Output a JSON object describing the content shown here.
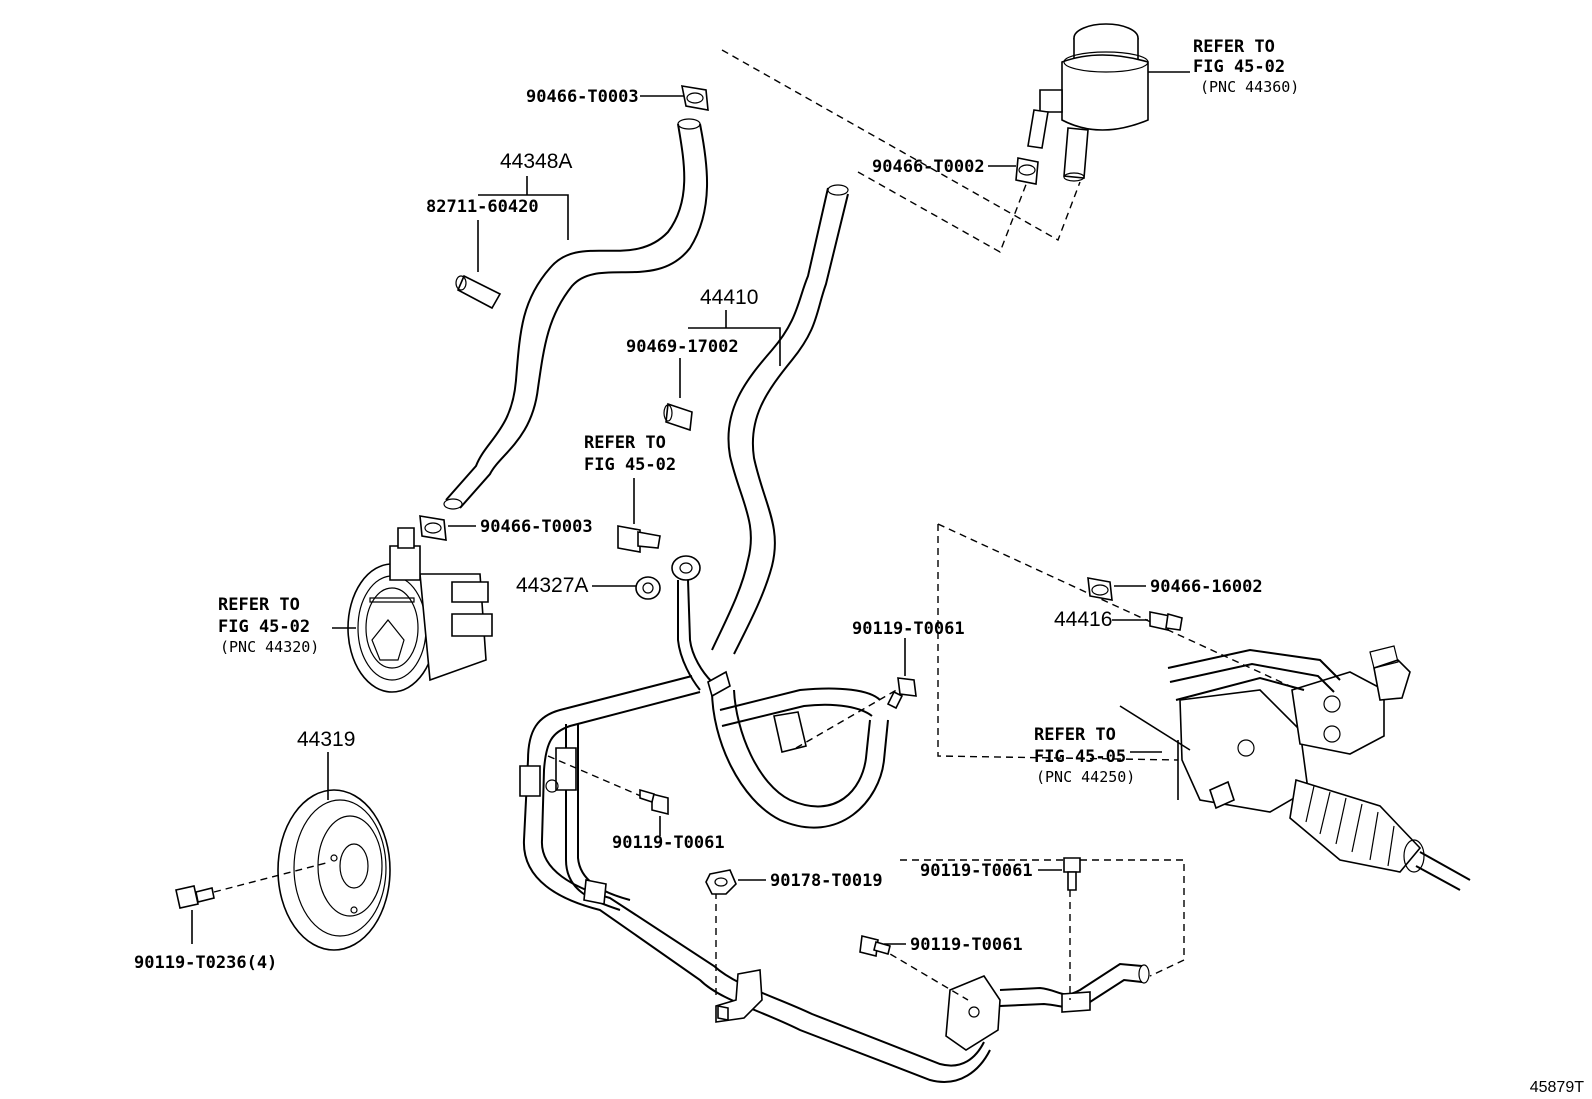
{
  "diagram": {
    "figure_code": "45879T",
    "labels": {
      "p_90466_T0003_top": "90466-T0003",
      "p_44348A": "44348A",
      "p_82711_60420": "82711-60420",
      "p_90466_T0003_mid": "90466-T0003",
      "p_90466_T0002": "90466-T0002",
      "p_44410": "44410",
      "p_90469_17002": "90469-17002",
      "p_44327A": "44327A",
      "p_90466_16002": "90466-16002",
      "p_44416": "44416",
      "p_90119_T0061_a": "90119-T0061",
      "p_90119_T0061_b": "90119-T0061",
      "p_90119_T0061_c": "90119-T0061",
      "p_90119_T0061_d": "90119-T0061",
      "p_90178_T0019": "90178-T0019",
      "p_44319": "44319",
      "p_90119_T0236": "90119-T0236(4)"
    },
    "refs": {
      "reservoir": {
        "line1": "REFER TO",
        "line2": "FIG 45-02",
        "line3": "(PNC 44360)"
      },
      "bolt": {
        "line1": "REFER TO",
        "line2": "FIG 45-02"
      },
      "pump": {
        "line1": "REFER TO",
        "line2": "FIG 45-02",
        "line3": "(PNC 44320)"
      },
      "gear": {
        "line1": "REFER TO",
        "line2": "FIG 45-05",
        "line3": "(PNC 44250)"
      }
    }
  }
}
